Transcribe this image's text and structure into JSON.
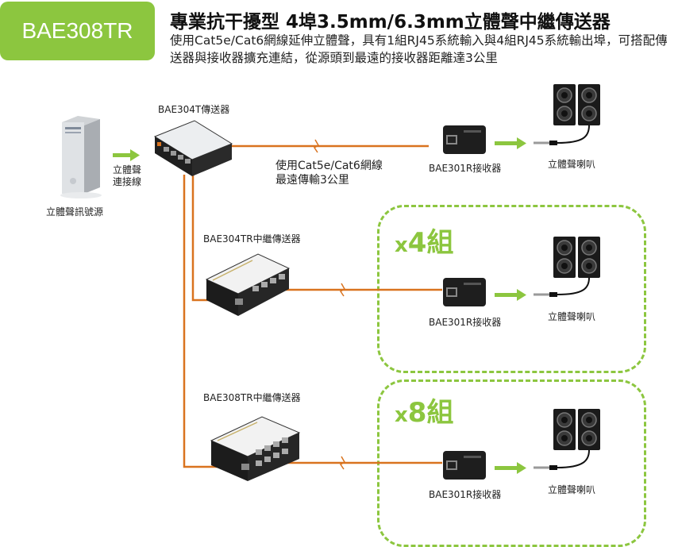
{
  "header": {
    "model": "BAE308TR",
    "title": "專業抗干擾型 4埠3.5mm/6.3mm立體聲中繼傳送器",
    "description": "使用Cat5e/Cat6網線延伸立體聲，具有1組RJ45系統輸入與4組RJ45系統輸出埠，可搭配傳送器與接收器擴充連結，從源頭到最遠的接收器距離達3公里"
  },
  "diagram": {
    "source": {
      "label": "立體聲訊號源"
    },
    "source_cable": {
      "line1": "立體聲",
      "line2": "連接線"
    },
    "transmitter": {
      "label": "BAE304T傳送器"
    },
    "cable_note": {
      "line1": "使用Cat5e/Cat6網線",
      "line2": "最遠傳輸3公里"
    },
    "repeater_4": {
      "label": "BAE304TR中繼傳送器"
    },
    "repeater_8": {
      "label": "BAE308TR中繼傳送器"
    },
    "receiver": {
      "label": "BAE301R接收器"
    },
    "speaker": {
      "label": "立體聲喇叭"
    },
    "group_4": {
      "prefix": "x",
      "text": "4組"
    },
    "group_8": {
      "prefix": "x",
      "text": "8組"
    }
  },
  "colors": {
    "accent_green": "#8cc63f",
    "cable_orange": "#d9731f"
  }
}
